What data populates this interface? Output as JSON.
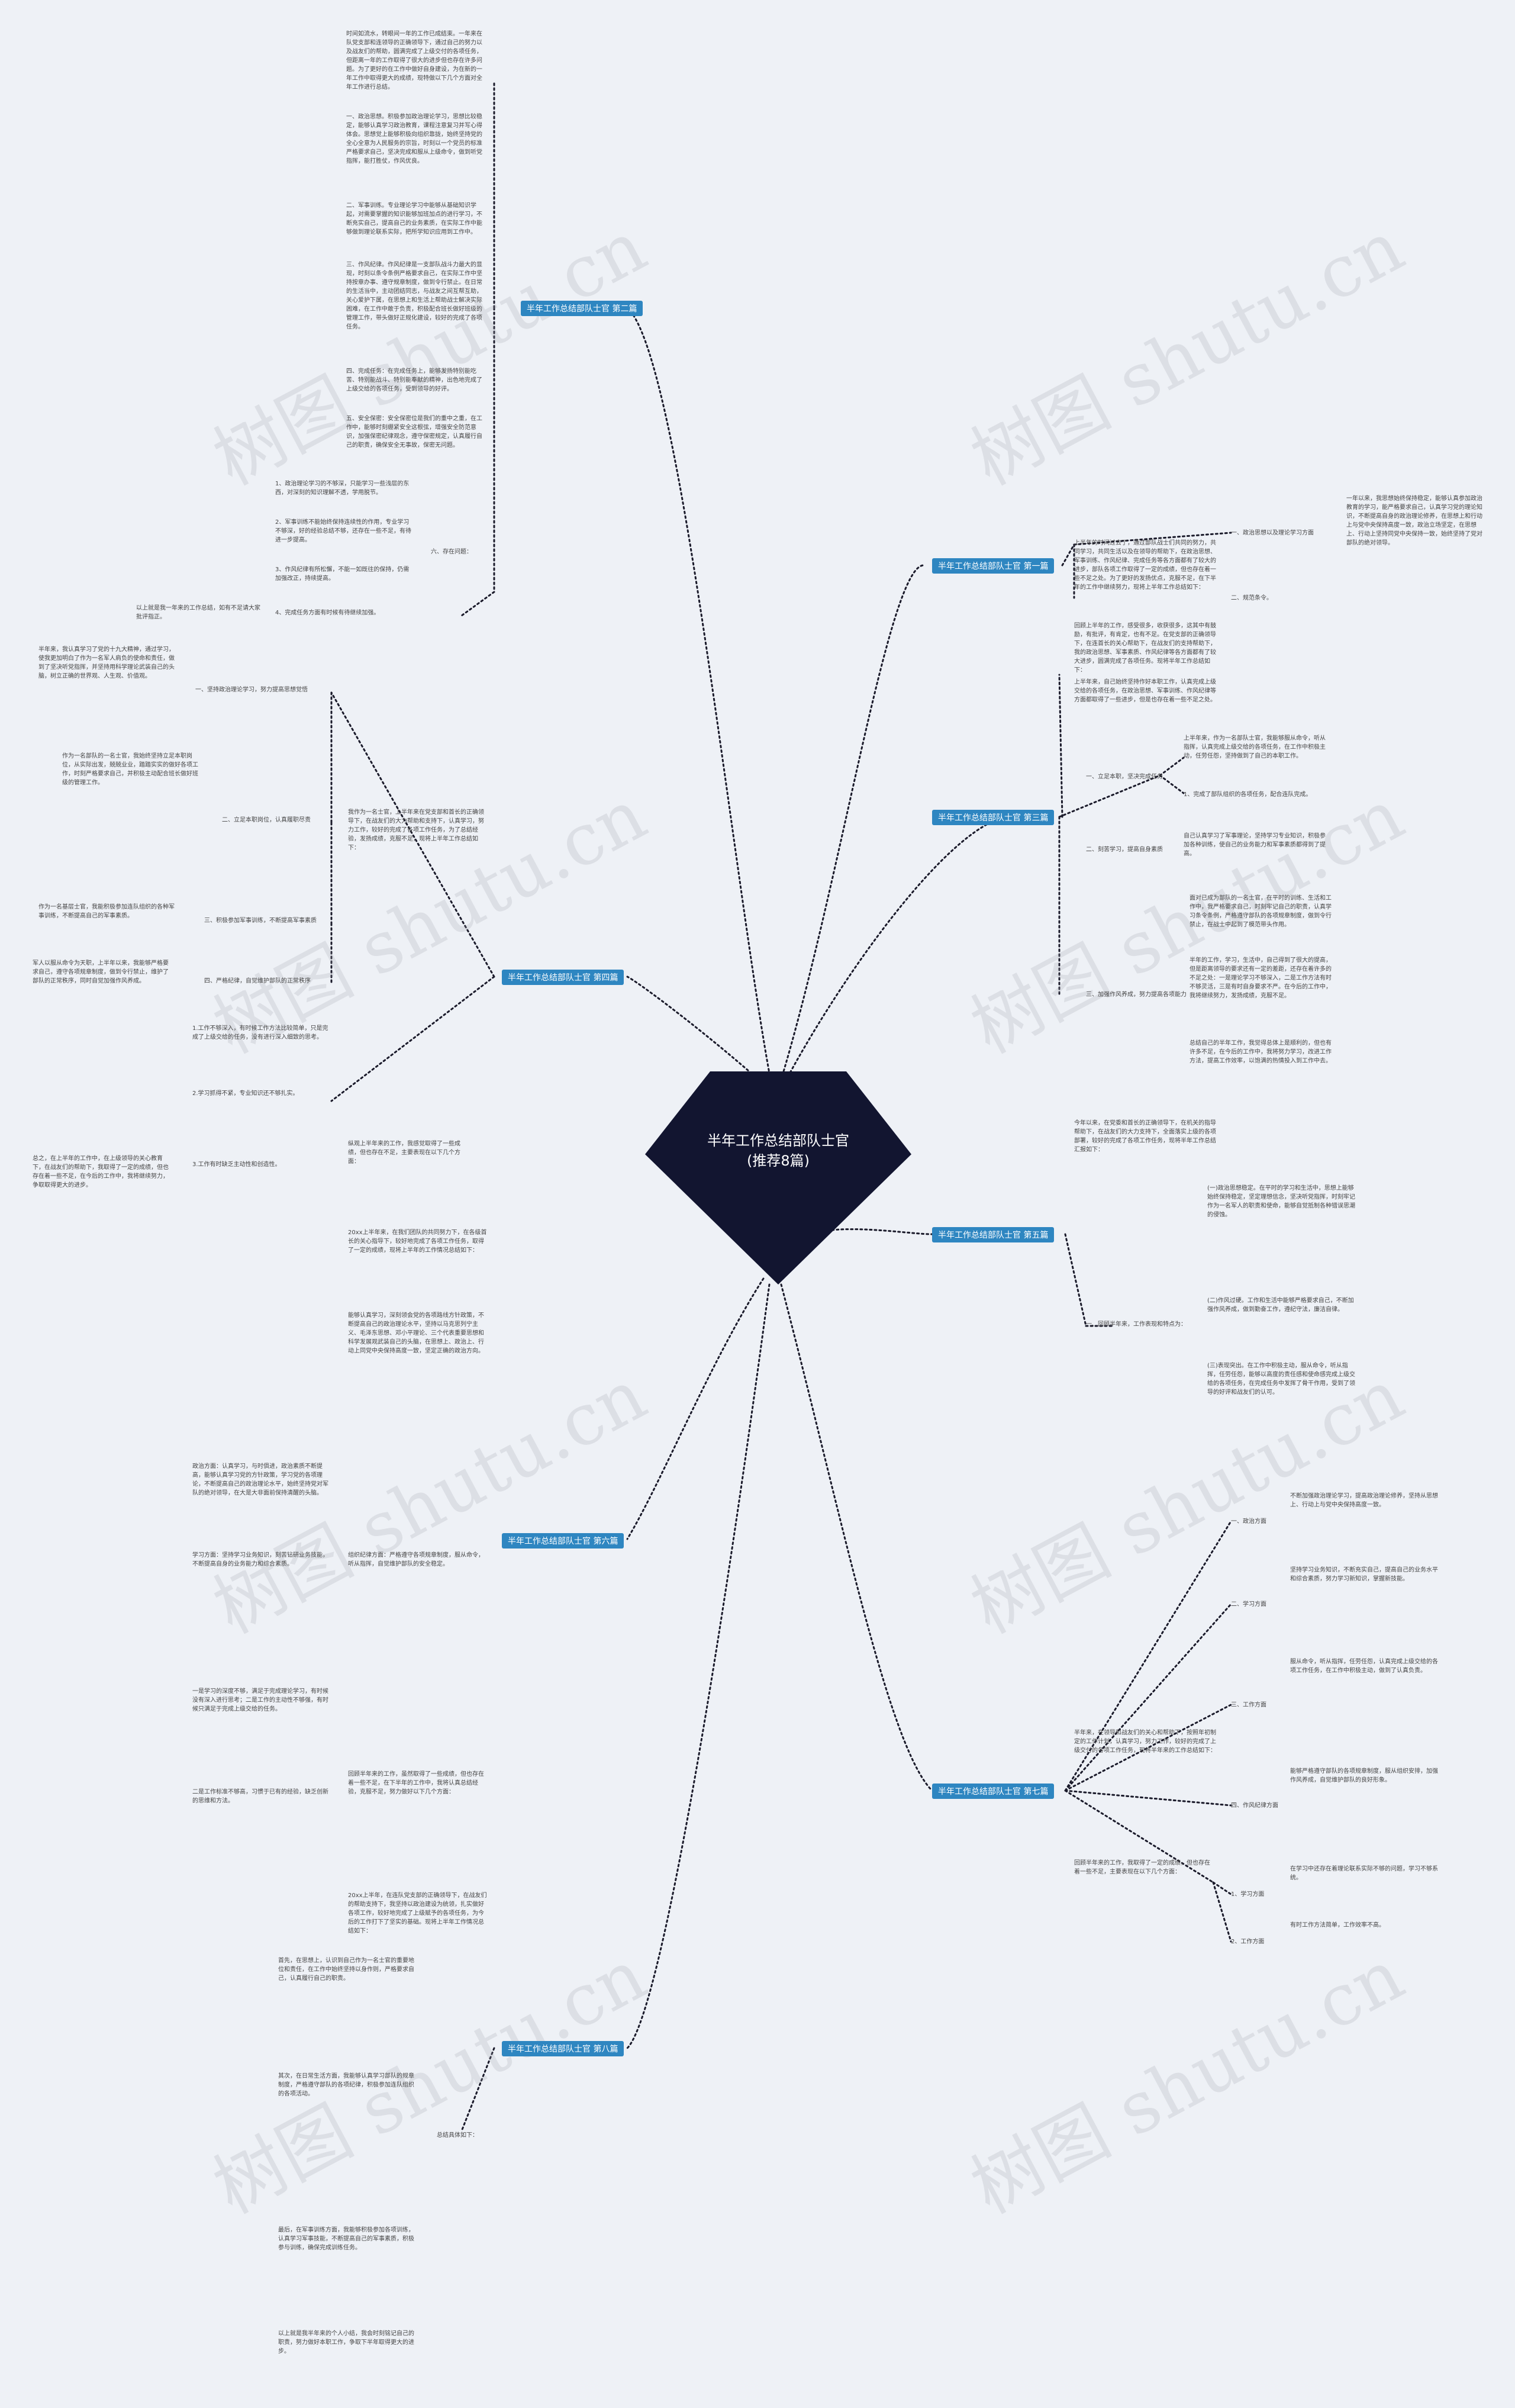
{
  "watermark": "树图 shutu.cn",
  "center": {
    "title": "半年工作总结部队士官(推荐8篇)"
  },
  "colors": {
    "center_fill": "#121530",
    "section_fill": "#2e86c1",
    "connector": "#1b1b2b",
    "background": "#eef1f6"
  },
  "sections": [
    {
      "label": "半年工作总结部队士官 第二篇"
    },
    {
      "label": "半年工作总结部队士官 第一篇"
    },
    {
      "label": "半年工作总结部队士官 第三篇"
    },
    {
      "label": "半年工作总结部队士官 第四篇"
    },
    {
      "label": "半年工作总结部队士官 第五篇"
    },
    {
      "label": "半年工作总结部队士官 第六篇"
    },
    {
      "label": "半年工作总结部队士官 第七篇"
    },
    {
      "label": "半年工作总结部队士官 第八篇"
    }
  ],
  "s2": {
    "intro": "时间如流水，转眼间一年的工作已成结束。一年来在队党支部和连领导的正确领导下，通过自己的努力以及战友们的帮助，圆满完成了上级交付的各项任务，但距离一年的工作取得了很大的进步但也存在许多问题。为了更好的在工作中做好自身建设，为在新的一年工作中取得更大的成绩，现特做以下几个方面对全年工作进行总结。",
    "p1": "一、政治思想。积极参加政治理论学习，思想比较稳定，能够认真学习政治教育，课程注意复习并写心得体会。思想觉上能够积极向组织靠拢，始终坚持党的全心全意为人民服务的宗旨，时刻以一个党员的标准严格要求自己，坚决完成和服从上级命令，做到听党指挥，能打胜仗，作风优良。",
    "p2": "二、军事训练。专业理论学习中能够从基础知识学起，对需要掌握的知识能够加班加点的进行学习，不断充实自己，提高自己的业务素质，在实际工作中能够做到理论联系实际，把所学知识应用到工作中。",
    "p3": "三、作风纪律。作风纪律是一支部队战斗力最大的显现，时刻以条令条例严格要求自己，在实际工作中坚持按章办事、遵守规章制度，做到令行禁止。在日常的生活当中，主动团结同志，与战友之间互帮互助，关心爱护下属，在思想上和生活上帮助战士解决实际困难，在工作中敢于负责，积极配合班长做好班级的管理工作，带头做好正规化建设，较好的完成了各项任务。",
    "p4": "四、完成任务：在完成任务上，能够发扬特别能吃苦、特别能战斗、特别能奉献的精神，出色地完成了上级交给的各项任务，受到领导的好评。",
    "p5": "五、安全保密：安全保密位是我们的重中之重，在工作中，能够时刻绷紧安全这根弦，增强安全防范意识，加强保密纪律观念，遵守保密规定，认真履行自己的职责，确保安全无事故，保密无问题。",
    "deficiency_label": "六、存在问题：",
    "deficiencies": [
      "1、政治理论学习的不够深，只能学习一些浅层的东西，对深刻的知识理解不透，学用脱节。",
      "2、军事训练不能始终保持连续性的作用，专业学习不够深，好的经验总结不够，还存在一些不足，有待进一步提高。",
      "3、作风纪律有所松懈，不能一如既往的保持，仍需加强改正，持续提高。",
      "4、完成任务方面有时候有待继续加强。"
    ],
    "closing": "以上就是我一年来的工作总结，如有不足请大家批评指正。"
  },
  "s1": {
    "intro": "上半年的时间过去了，通过部队战士们共同的努力，共同学习，共同生活以及在领导的帮助下，在政治思想、军事训练、作风纪律、完成任务等各方面都有了较大的进步，部队各项工作取得了一定的成绩，但也存在着一些不足之处。为了更好的发扬优点，克服不足，在下半年的工作中继续努力，现将上半年工作总结如下：",
    "items": [
      "一、政治思想以及理论学习方面",
      "二、规范条令。"
    ],
    "detail": "一年以来，我思想始终保持稳定，能够认真参加政治教育的学习，能严格要求自己，认真学习党的理论知识，不断提高自身的政治理论修养，在思想上和行动上与党中央保持高度一致，政治立场坚定，在思想上、行动上坚持同党中央保持一致，始终坚持了党对部队的绝对领导。"
  },
  "s3": {
    "intro": "回顾上半年的工作，感受很多，收获很多，这其中有鼓励，有批评，有肯定，也有不足。在党支部的正确领导下，在连首长的关心帮助下，在战友们的支持帮助下，我的政治思想、军事素质、作风纪律等各方面都有了较大进步，圆满完成了各项任务。现将半年工作总结如下：",
    "intro2": "上半年来，自己始终坚持作好本职工作，认真完成上级交给的各项任务，在政治思想、军事训练、作风纪律等方面都取得了一些进步，但是也存在着一些不足之处。",
    "a_label": "一、立足本职，坚决完成任务",
    "a_items": [
      "上半年来，作为一名部队士官，我能够服从命令，听从指挥，认真完成上级交给的各项任务，在工作中积极主动，任劳任怨，坚持做到了自己的本职工作。",
      "1、完成了部队组织的各项任务，配合连队完成。"
    ],
    "b_label": "二、刻苦学习，提高自身素质",
    "b_text": "自己认真学习了军事理论，坚持学习专业知识，积极参加各种训练，使自己的业务能力和军事素质都得到了提高。",
    "c_label": "三、加强作风养成，努力提高各项能力",
    "c_items": [
      "面对已成为部队的一名士官，在平时的训练、生活和工作中，我严格要求自己，时刻牢记自己的职责，认真学习条令条例，严格遵守部队的各项规章制度，做到令行禁止，在战士中起到了模范带头作用。",
      "半年的工作，学习，生活中，自己得到了很大的提高，但是距离领导的要求还有一定的差距，还存在着许多的不足之处：一是理论学习不够深入，二是工作方法有时不够灵活，三是有时自身要求不严。在今后的工作中，我将继续努力，发扬成绩，克服不足。",
      "总结自己的半年工作，我觉得总体上是顺利的，但也有许多不足，在今后的工作中，我将努力学习，改进工作方法，提高工作效率，以饱满的热情投入到工作中去。"
    ]
  },
  "s4": {
    "intro": "我作为一名士官，上半年来在党支部和首长的正确领导下，在战友们的大力帮助和支持下，认真学习，努力工作，较好的完成了各项工作任务，为了总结经验，发扬成绩，克服不足，现将上半年工作总结如下：",
    "a_label": "一、坚持政治理论学习，努力提高思想觉悟",
    "a_text": "半年来，我认真学习了党的十九大精神，通过学习，使我更加明白了作为一名军人肩负的使命和责任，做到了坚决听党指挥，并坚持用科学理论武装自己的头脑，树立正确的世界观、人生观、价值观。",
    "b_label": "二、立足本职岗位，认真履职尽责",
    "b_text": "作为一名部队的一名士官，我始终坚持立足本职岗位，从实际出发，兢兢业业，踏踏实实的做好各项工作，时刻严格要求自己，并积极主动配合班长做好班级的管理工作。",
    "c_label": "三、积极参加军事训练，不断提高军事素质",
    "c_text": "作为一名基层士官，我能积极参加连队组织的各种军事训练，不断提高自己的军事素质。",
    "d_label": "四、严格纪律，自觉维护部队的正常秩序",
    "d_text": "军人以服从命令为天职，上半年以来，我能够严格要求自己，遵守各项规章制度，做到令行禁止，维护了部队的正常秩序，同时自觉加强作风养成。",
    "e_label": "纵观上半年来的工作，我感觉取得了一些成绩，但也存在不足，主要表现在以下几个方面：",
    "e_items": [
      "1.工作不够深入，有时候工作方法比较简单，只是完成了上级交给的任务，没有进行深入细致的思考。",
      "2.学习抓得不紧，专业知识还不够扎实。",
      "3.工作有时缺乏主动性和创造性。"
    ],
    "closing": "总之，在上半年的工作中，在上级领导的关心教育下，在战友们的帮助下，我取得了一定的成绩，但也存在着一些不足，在今后的工作中，我将继续努力，争取取得更大的进步。"
  },
  "s5": {
    "intro": "今年以来，在党委和首长的正确领导下，在机关的指导帮助下，在战友们的大力支持下，全面落实上级的各项部署，较好的完成了各项工作任务，现将半年工作总结汇报如下：",
    "label": "一、回顾半年来，工作表现和特点为：",
    "items": [
      "(一)政治思想稳定。在平时的学习和生活中，思想上能够始终保持稳定，坚定理想信念，坚决听党指挥，时刻牢记作为一名军人的职责和使命，能够自觉抵制各种错误思潮的侵蚀。",
      "(二)作风过硬。工作和生活中能够严格要求自己，不断加强作风养成，做到勤奋工作，遵纪守法，廉洁自律。",
      "(三)表现突出。在工作中积极主动，服从命令，听从指挥，任劳任怨，能够以高度的责任感和使命感完成上级交给的各项任务，在完成任务中发挥了骨干作用，受到了领导的好评和战友们的认可。"
    ]
  },
  "s6": {
    "intro": "20xx上半年来，在我们团队的共同努力下，在各级首长的关心指导下，较好地完成了各项工作任务，取得了一定的成绩，现将上半年的工作情况总结如下：",
    "p1": "能够认真学习，深刻领会党的各项路线方针政策，不断提高自己的政治理论水平，坚持以马克思列宁主义、毛泽东思想、邓小平理论、三个代表重要思想和科学发展观武装自己的头脑，在思想上、政治上、行动上同党中央保持高度一致，坚定正确的政治方向。",
    "p2": "政治方面：认真学习，与时俱进，政治素质不断提高，能够认真学习党的方针政策，学习党的各项理论，不断提高自己的政治理论水平，始终坚持党对军队的绝对领导，在大是大非面前保持清醒的头脑。",
    "p3": "学习方面：坚持学习业务知识，刻苦钻研业务技能，不断提高自身的业务能力和综合素质。",
    "p4": "组织纪律方面：严格遵守各项规章制度，服从命令，听从指挥，自觉维护部队的安全稳定。",
    "p5": "一是学习的深度不够，满足于完成理论学习，有时候没有深入进行思考；二是工作的主动性不够强，有时候只满足于完成上级交给的任务。",
    "p6": "二是工作标准不够高，习惯于已有的经验，缺乏创新的思维和方法。",
    "closing": "回顾半年来的工作，虽然取得了一些成绩，但也存在着一些不足，在下半年的工作中，我将认真总结经验，克服不足，努力做好以下几个方面："
  },
  "s7": {
    "intro": "半年来，在领导和战友们的关心和帮助下，按照年初制定的工作计划，认真学习，努力工作，较好的完成了上级交付的各项工作任务，现将半年来的工作总结如下：",
    "items": [
      {
        "label": "一、政治方面",
        "text": "不断加强政治理论学习，提高政治理论修养，坚持从思想上、行动上与党中央保持高度一致。"
      },
      {
        "label": "二、学习方面",
        "text": "坚持学习业务知识，不断充实自己，提高自己的业务水平和综合素质，努力学习新知识，掌握新技能。"
      },
      {
        "label": "三、工作方面",
        "text": "服从命令，听从指挥，任劳任怨，认真完成上级交给的各项工作任务，在工作中积极主动，做到了认真负责。"
      },
      {
        "label": "四、作风纪律方面",
        "text": "能够严格遵守部队的各项规章制度，服从组织安排，加强作风养成，自觉维护部队的良好形象。"
      }
    ],
    "closing_intro": "回顾半年来的工作，我取得了一定的成绩，但也存在着一些不足，主要表现在以下几个方面：",
    "closing_items": [
      {
        "label": "1、学习方面",
        "text": "在学习中还存在着理论联系实际不够的问题，学习不够系统。"
      },
      {
        "label": "2、工作方面",
        "text": "有时工作方法简单，工作效率不高。"
      }
    ]
  },
  "s8": {
    "intro": "20xx上半年，在连队党支部的正确领导下，在战友们的帮助支持下，我坚持以政治建设为统领，扎实做好各项工作，较好地完成了上级赋予的各项任务，为今后的工作打下了坚实的基础。现将上半年工作情况总结如下：",
    "p1": "首先，在思想上，认识到自己作为一名士官的重要地位和责任，在工作中始终坚持以身作则，严格要求自己，认真履行自己的职责。",
    "p2": "其次，在日常生活方面，我能够认真学习部队的规章制度，严格遵守部队的各项纪律，积极参加连队组织的各项活动。",
    "label": "总结具体如下：",
    "p3": "最后，在军事训练方面，我能够积极参加各项训练，认真学习军事技能，不断提高自己的军事素质，积极参与训练，确保完成训练任务。",
    "closing": "以上就是我半年来的个人小结，我会时刻铭记自己的职责，努力做好本职工作，争取下半年取得更大的进步。"
  }
}
